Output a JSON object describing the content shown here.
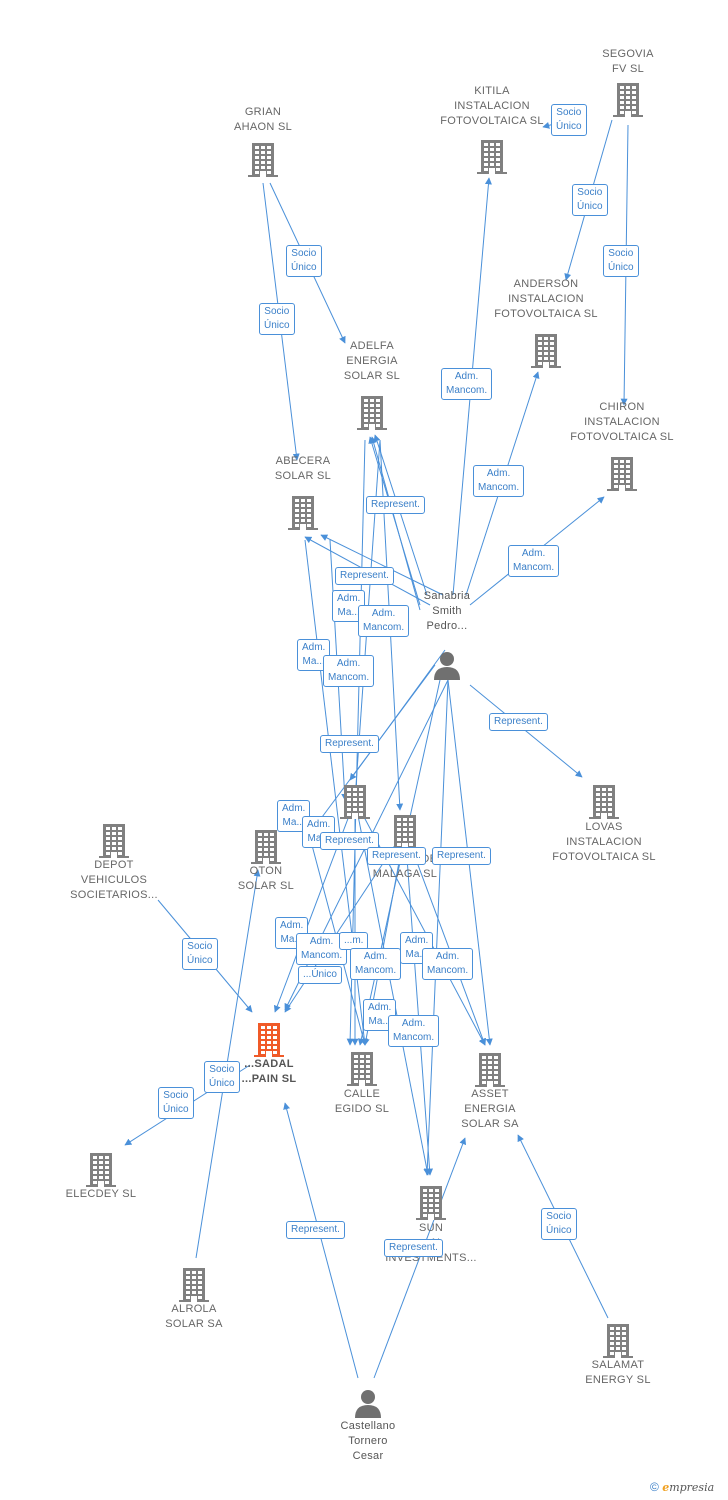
{
  "nodes": [
    {
      "id": "segovia",
      "label": "SEGOVIA\nFV  SL",
      "type": "company"
    },
    {
      "id": "kitila",
      "label": "KITILA\nINSTALACION\nFOTOVOLTAICA SL",
      "type": "company"
    },
    {
      "id": "grian",
      "label": "GRIAN\nAHAON SL",
      "type": "company"
    },
    {
      "id": "anderson",
      "label": "ANDERSON\nINSTALACION\nFOTOVOLTAICA SL",
      "type": "company"
    },
    {
      "id": "adelfa",
      "label": "ADELFA\nENERGIA\nSOLAR SL",
      "type": "company"
    },
    {
      "id": "chiron",
      "label": "CHIRON\nINSTALACION\nFOTOVOLTAICA SL",
      "type": "company"
    },
    {
      "id": "abecera",
      "label": "ABECERA\nSOLAR SL",
      "type": "company"
    },
    {
      "id": "sanabria",
      "label": "Sanabria\nSmith\nPedro...",
      "type": "person"
    },
    {
      "id": "lovas",
      "label": "LOVAS\nINSTALACION\nFOTOVOLTAICA SL",
      "type": "company"
    },
    {
      "id": "depot",
      "label": "DEPOT\nVEHICULOS\nSOCIETARIOS...",
      "type": "company"
    },
    {
      "id": "oton",
      "label": "OTON\nSOLAR SL",
      "type": "company"
    },
    {
      "id": "mid1",
      "label": "",
      "type": "company"
    },
    {
      "id": "malaga",
      "label": "...EGICA DE\nMALAGA  SL",
      "type": "company"
    },
    {
      "id": "sadal",
      "label": "...SADAL\n...PAIN  SL",
      "type": "focus"
    },
    {
      "id": "calle",
      "label": "CALLE\nEGIDO SL",
      "type": "company"
    },
    {
      "id": "asset",
      "label": "ASSET\nENERGIA\nSOLAR SA",
      "type": "company"
    },
    {
      "id": "elecdey",
      "label": "ELECDEY SL",
      "type": "company"
    },
    {
      "id": "sun",
      "label": "SUN\n...N\nINVESTMENTS...",
      "type": "company"
    },
    {
      "id": "alrola",
      "label": "ALROLA\nSOLAR SA",
      "type": "company"
    },
    {
      "id": "salamat",
      "label": "SALAMAT\nENERGY  SL",
      "type": "company"
    },
    {
      "id": "castellano",
      "label": "Castellano\nTornero\nCesar",
      "type": "person"
    }
  ],
  "edge_labels": [
    {
      "id": "e1",
      "text": "Socio\nÚnico"
    },
    {
      "id": "e2",
      "text": "Socio\nÚnico"
    },
    {
      "id": "e3",
      "text": "Socio\nÚnico"
    },
    {
      "id": "e4",
      "text": "Socio\nÚnico"
    },
    {
      "id": "e5",
      "text": "Socio\nÚnico"
    },
    {
      "id": "e6",
      "text": "Adm.\nMancom."
    },
    {
      "id": "e7",
      "text": "Adm.\nMancom."
    },
    {
      "id": "e8",
      "text": "Represent."
    },
    {
      "id": "e9",
      "text": "Adm.\nMancom."
    },
    {
      "id": "e10",
      "text": "Represent."
    },
    {
      "id": "e11",
      "text": "Adm.\nMa..."
    },
    {
      "id": "e12",
      "text": "Adm.\nMancom."
    },
    {
      "id": "e13",
      "text": "Adm.\nMa..."
    },
    {
      "id": "e14",
      "text": "Adm.\nMancom."
    },
    {
      "id": "e15",
      "text": "Represent."
    },
    {
      "id": "e16",
      "text": "Represent."
    },
    {
      "id": "e17",
      "text": "Adm.\nMa..."
    },
    {
      "id": "e18",
      "text": "Adm.\nMa..."
    },
    {
      "id": "e19",
      "text": "Represent."
    },
    {
      "id": "e20",
      "text": "Represent."
    },
    {
      "id": "e21",
      "text": "Represent."
    },
    {
      "id": "e22",
      "text": "Socio\nÚnico"
    },
    {
      "id": "e23",
      "text": "Adm.\nMa..."
    },
    {
      "id": "e24",
      "text": "Adm.\nMancom."
    },
    {
      "id": "e25",
      "text": "...m."
    },
    {
      "id": "e26",
      "text": "Adm.\nMancom."
    },
    {
      "id": "e27",
      "text": "Adm.\nMa..."
    },
    {
      "id": "e28",
      "text": "Adm.\nMancom."
    },
    {
      "id": "e29",
      "text": "...Único"
    },
    {
      "id": "e30",
      "text": "Adm.\nMa..."
    },
    {
      "id": "e31",
      "text": "Adm.\nMancom."
    },
    {
      "id": "e32",
      "text": "Socio\nÚnico"
    },
    {
      "id": "e33",
      "text": "Socio\nÚnico"
    },
    {
      "id": "e34",
      "text": "Represent."
    },
    {
      "id": "e35",
      "text": "Represent."
    },
    {
      "id": "e36",
      "text": "Socio\nÚnico"
    }
  ],
  "colors": {
    "edge": "#4a90d9",
    "company_icon": "#808080",
    "focus_icon": "#f05a28",
    "person_icon": "#707070"
  },
  "icons": {
    "company": "building-icon",
    "person": "person-icon"
  },
  "footer": {
    "copyright": "©",
    "brand_e": "e",
    "brand_rest": "mpresia"
  }
}
